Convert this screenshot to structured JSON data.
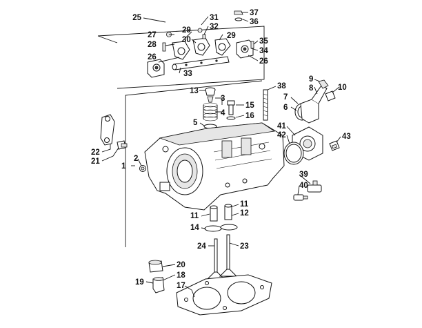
{
  "callouts": [
    {
      "id": "c1",
      "text": "1"
    },
    {
      "id": "c2",
      "text": "2"
    },
    {
      "id": "c3",
      "text": "3"
    },
    {
      "id": "c4",
      "text": "4"
    },
    {
      "id": "c5",
      "text": "5"
    },
    {
      "id": "c6",
      "text": "6"
    },
    {
      "id": "c7",
      "text": "7"
    },
    {
      "id": "c8",
      "text": "8"
    },
    {
      "id": "c9",
      "text": "9"
    },
    {
      "id": "c10",
      "text": "10"
    },
    {
      "id": "c11a",
      "text": "11"
    },
    {
      "id": "c11b",
      "text": "11"
    },
    {
      "id": "c12",
      "text": "12"
    },
    {
      "id": "c13",
      "text": "13"
    },
    {
      "id": "c14",
      "text": "14"
    },
    {
      "id": "c15",
      "text": "15"
    },
    {
      "id": "c16",
      "text": "16"
    },
    {
      "id": "c17",
      "text": "17"
    },
    {
      "id": "c18",
      "text": "18"
    },
    {
      "id": "c19",
      "text": "19"
    },
    {
      "id": "c20",
      "text": "20"
    },
    {
      "id": "c21",
      "text": "21"
    },
    {
      "id": "c22",
      "text": "22"
    },
    {
      "id": "c23",
      "text": "23"
    },
    {
      "id": "c24",
      "text": "24"
    },
    {
      "id": "c25",
      "text": "25"
    },
    {
      "id": "c26a",
      "text": "26"
    },
    {
      "id": "c26b",
      "text": "26"
    },
    {
      "id": "c27",
      "text": "27"
    },
    {
      "id": "c28",
      "text": "28"
    },
    {
      "id": "c29a",
      "text": "29"
    },
    {
      "id": "c29b",
      "text": "29"
    },
    {
      "id": "c30",
      "text": "30"
    },
    {
      "id": "c31",
      "text": "31"
    },
    {
      "id": "c32",
      "text": "32"
    },
    {
      "id": "c33",
      "text": "33"
    },
    {
      "id": "c34",
      "text": "34"
    },
    {
      "id": "c35",
      "text": "35"
    },
    {
      "id": "c36",
      "text": "36"
    },
    {
      "id": "c37",
      "text": "37"
    },
    {
      "id": "c38",
      "text": "38"
    },
    {
      "id": "c39",
      "text": "39"
    },
    {
      "id": "c40",
      "text": "40"
    },
    {
      "id": "c41",
      "text": "41"
    },
    {
      "id": "c42",
      "text": "42"
    },
    {
      "id": "c43",
      "text": "43"
    }
  ]
}
